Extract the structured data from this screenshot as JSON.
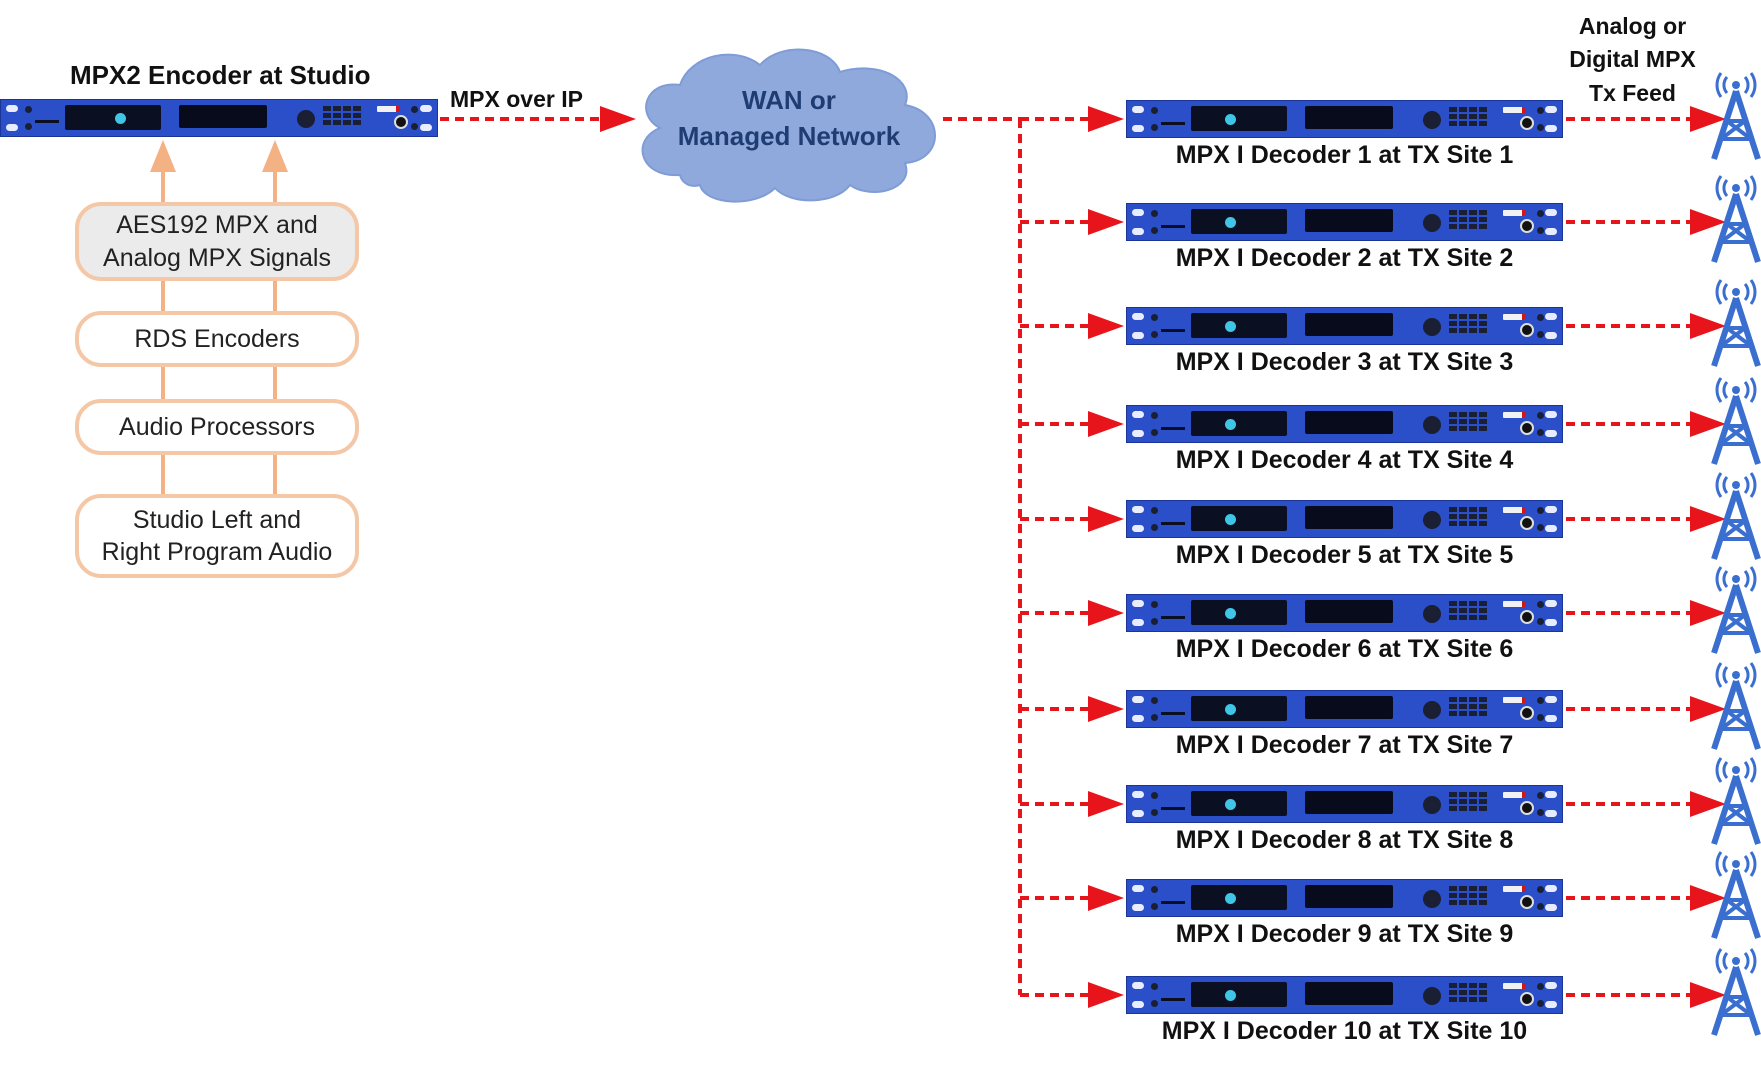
{
  "encoder": {
    "title": "MPX2 Encoder at Studio",
    "device_icon": "rack-unit-icon"
  },
  "link_label": "MPX over IP",
  "network": {
    "line1": "WAN or",
    "line2": "Managed Network",
    "icon": "cloud-icon"
  },
  "feed_label": {
    "line1": "Analog or",
    "line2": "Digital MPX",
    "line3": "Tx Feed"
  },
  "input_chain": [
    {
      "line1": "AES192 MPX and",
      "line2": "Analog MPX Signals",
      "shaded": true
    },
    {
      "line1": "RDS Encoders",
      "line2": "",
      "shaded": false
    },
    {
      "line1": "Audio Processors",
      "line2": "",
      "shaded": false
    },
    {
      "line1": "Studio Left and",
      "line2": "Right Program Audio",
      "shaded": false
    }
  ],
  "decoders": [
    {
      "label": "MPX I Decoder 1 at TX Site 1"
    },
    {
      "label": "MPX I Decoder 2 at TX Site 2"
    },
    {
      "label": "MPX I Decoder 3 at TX Site 3"
    },
    {
      "label": "MPX I Decoder 4 at TX Site 4"
    },
    {
      "label": "MPX I Decoder 5 at TX Site 5"
    },
    {
      "label": "MPX I Decoder 6 at TX Site 6"
    },
    {
      "label": "MPX I Decoder 7 at TX Site 7"
    },
    {
      "label": "MPX I Decoder 8 at TX Site 8"
    },
    {
      "label": "MPX I Decoder 9 at TX Site 9"
    },
    {
      "label": "MPX I Decoder 10 at TX Site 10"
    }
  ],
  "colors": {
    "rack_blue": "#2a4fc9",
    "ip_link_red": "#e8141b",
    "chain_orange": "#f4b183",
    "cloud_blue": "#8fa9dc",
    "tower_blue": "#3a6fd0"
  }
}
